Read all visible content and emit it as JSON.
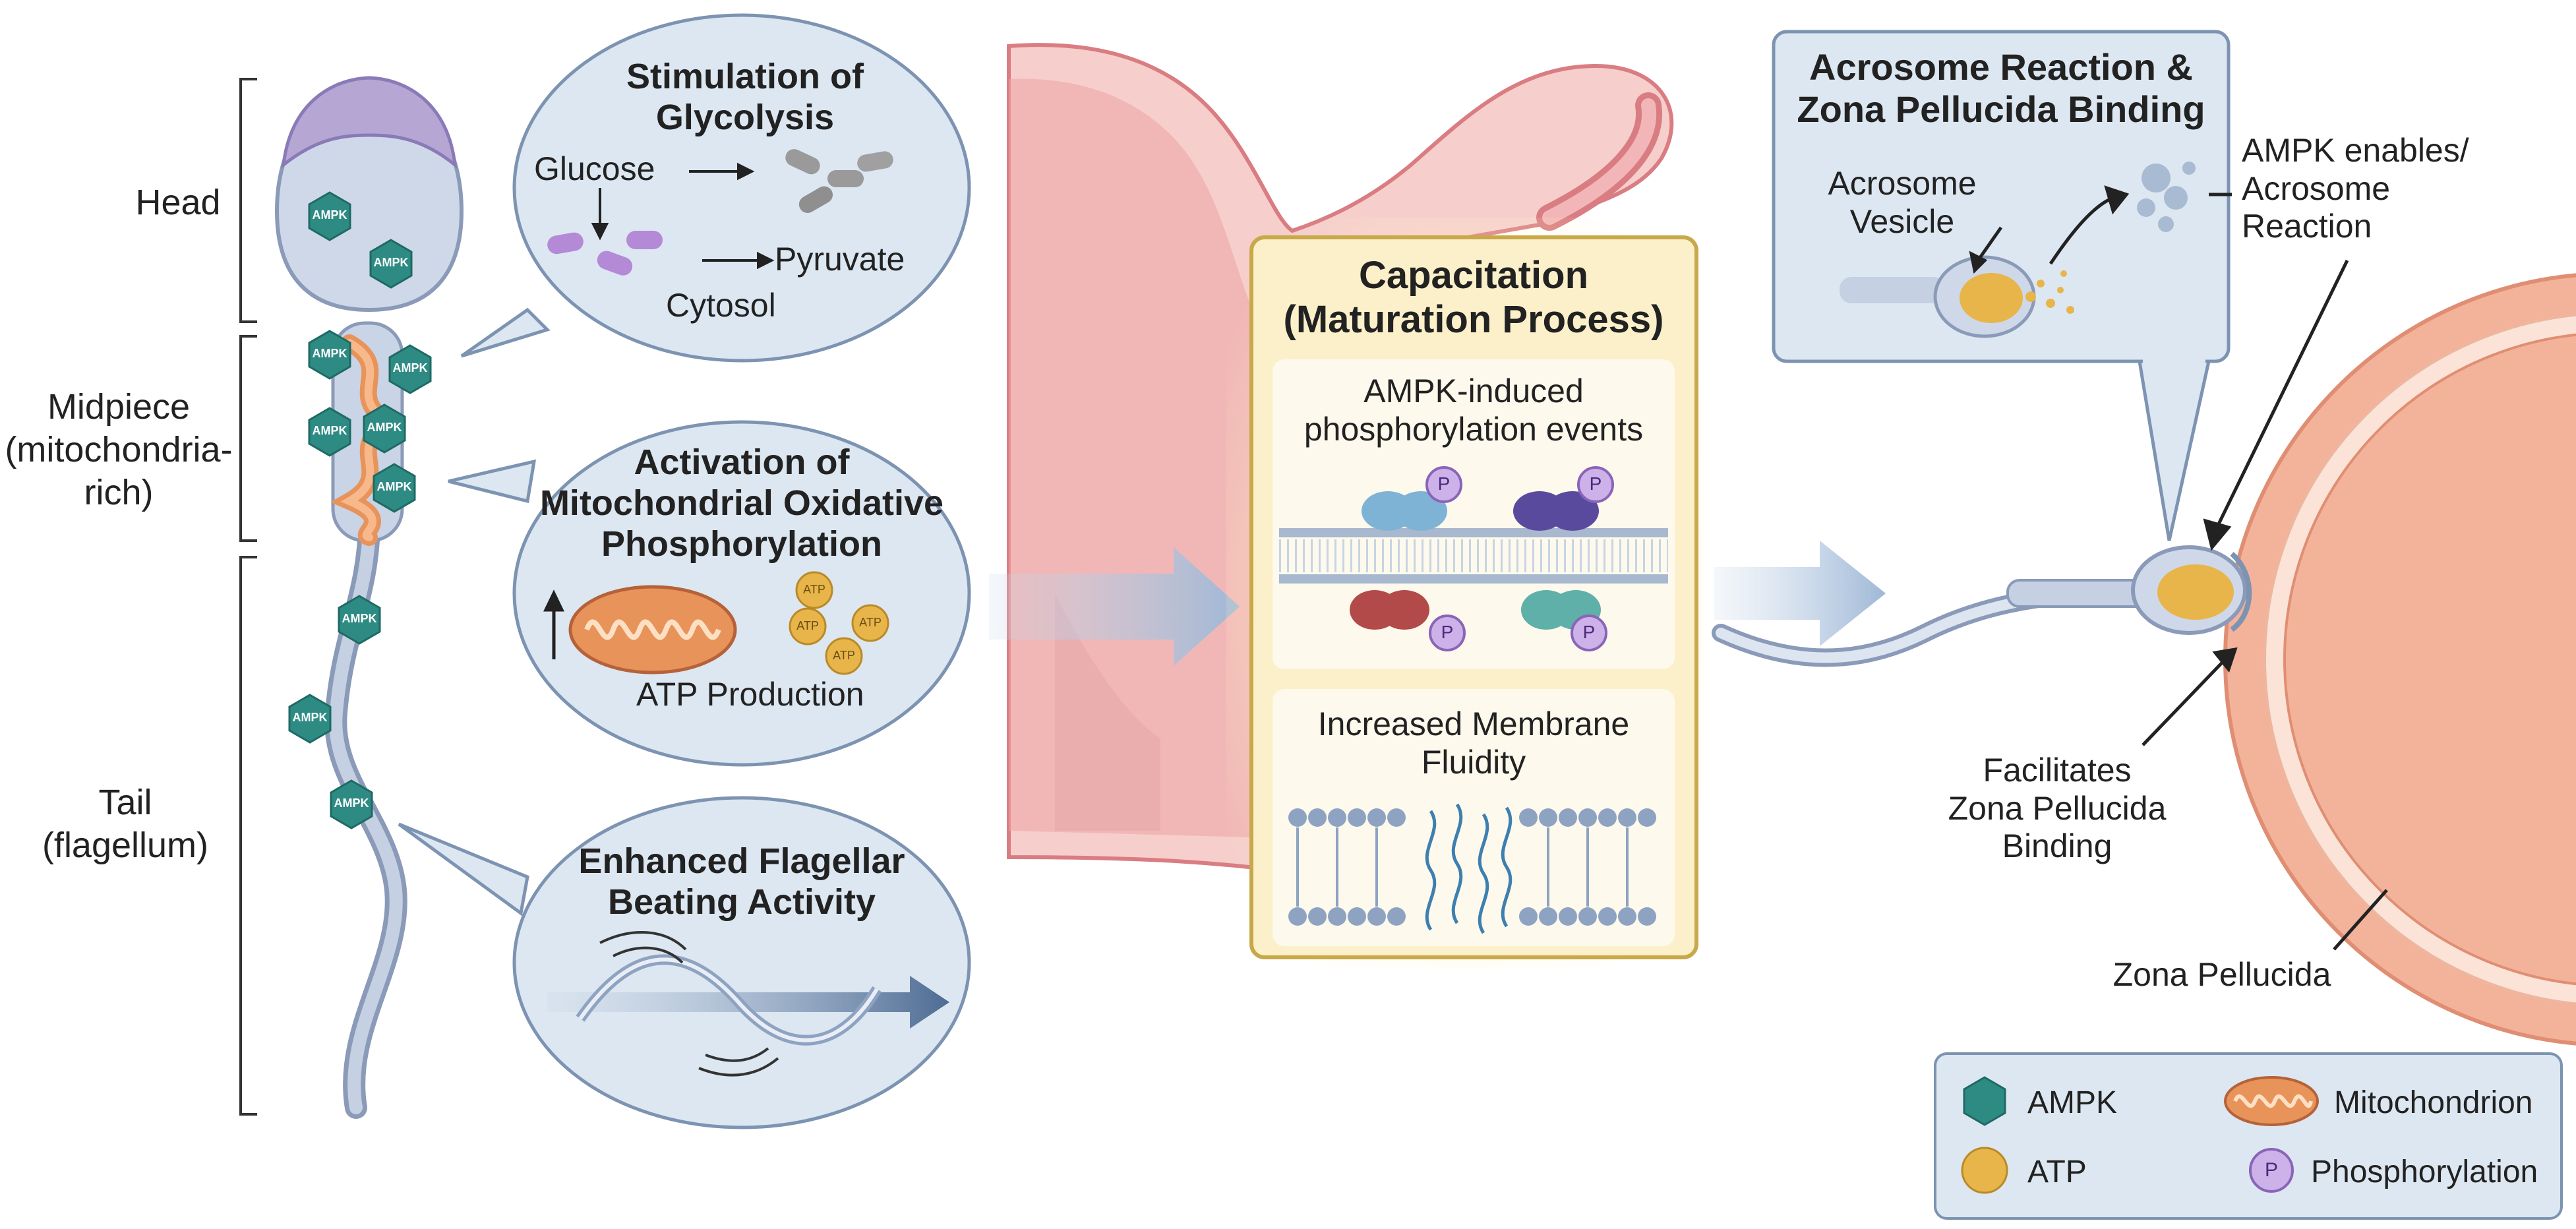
{
  "colors": {
    "ampk": "#2e8b84",
    "atp": "#e7b54a",
    "mito": "#e8935a",
    "phospho": "#b48ad6",
    "uterus": "#e9888d",
    "bubble": "#dde7f1",
    "capacitation_box": "#fbf0c9",
    "egg": "#f2a986"
  },
  "sperm_regions": {
    "head": "Head",
    "midpiece_line1": "Midpiece",
    "midpiece_line2": "(mitochondria-",
    "midpiece_line3": "rich)",
    "tail_line1": "Tail",
    "tail_line2": "(flagellum)"
  },
  "ampk_badge": "AMPK",
  "glycolysis": {
    "title_line1": "Stimulation of",
    "title_line2": "Glycolysis",
    "glucose": "Glucose",
    "pyruvate": "Pyruvate",
    "cytosol": "Cytosol"
  },
  "oxphos": {
    "title_line1": "Activation of",
    "title_line2": "Mitochondrial Oxidative",
    "title_line3": "Phosphorylation",
    "atp_label": "ATP Production",
    "atp_badge": "ATP"
  },
  "flagellar": {
    "title_line1": "Enhanced Flagellar",
    "title_line2": "Beating Activity"
  },
  "capacitation": {
    "title_line1": "Capacitation",
    "title_line2": "(Maturation Process)",
    "panel1_line1": "AMPK-induced",
    "panel1_line2": "phosphorylation events",
    "panel2_line1": "Increased Membrane",
    "panel2_line2": "Fluidity",
    "p_badge": "P"
  },
  "acrosome": {
    "title_line1": "Acrosome Reaction &",
    "title_line2": "Zona Pellucida Binding",
    "vesicle_line1": "Acrosome",
    "vesicle_line2": "Vesicle",
    "enables_line1": "AMPK enables/",
    "enables_line2": "Acrosome",
    "enables_line3": "Reaction"
  },
  "binding": {
    "line1": "Facilitates",
    "line2": "Zona Pellucida",
    "line3": "Binding"
  },
  "zona_label": "Zona Pellucida",
  "legend": {
    "ampk": "AMPK",
    "mitochondrion": "Mitochondrion",
    "atp": "ATP",
    "phosphorylation": "Phosphorylation",
    "p_badge": "P"
  }
}
